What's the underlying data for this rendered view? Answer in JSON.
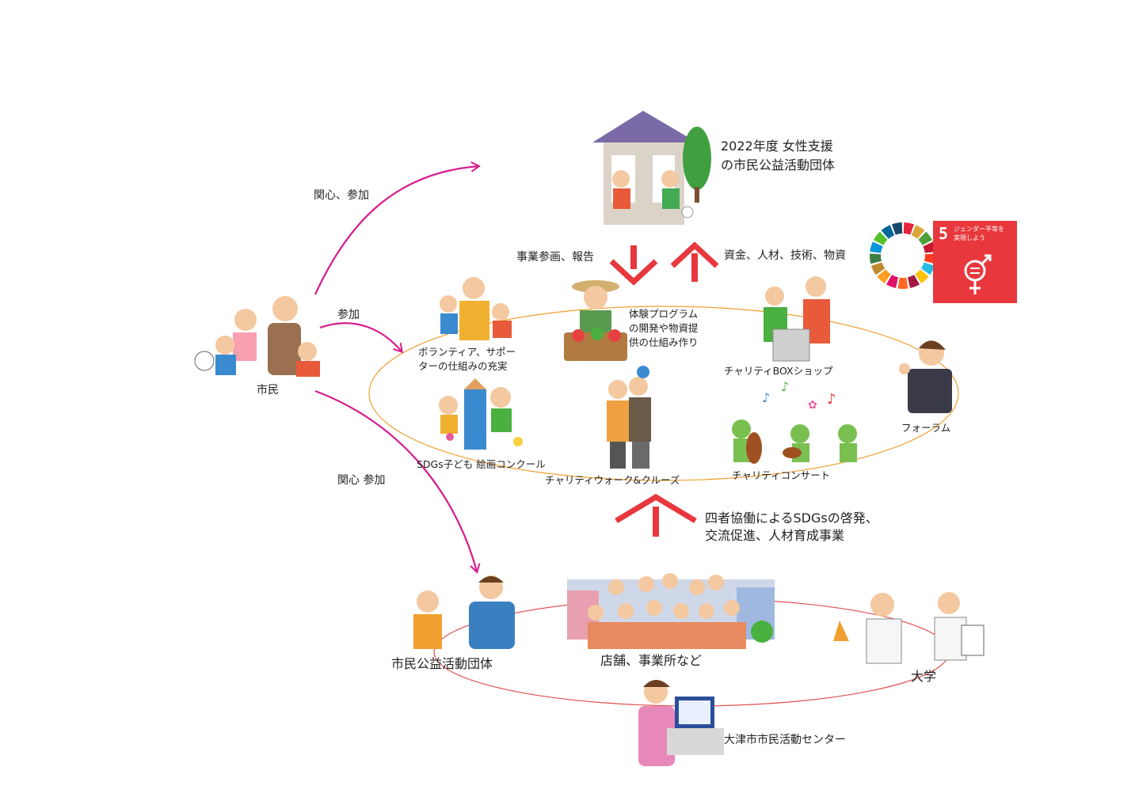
{
  "top_org": {
    "line1": "2022年度 女性支援",
    "line2": "の市民公益活動団体"
  },
  "arrows": {
    "interest_participation_top": "関心、参加",
    "participation": "参加",
    "interest_participation_bottom": "関心 参加",
    "business_report": "事業参画、報告",
    "resources": "資金、人材、技術、物資",
    "collab_line1": "四者協働によるSDGsの啓発、",
    "collab_line2": "交流促進、人材育成事業"
  },
  "citizens": "市民",
  "activities": {
    "volunteer_line1": "ボランティア、サポー",
    "volunteer_line2": "ターの仕組みの充実",
    "program_line1": "体験プログラム",
    "program_line2": "の開発や物資提",
    "program_line3": "供の仕組み作り",
    "charity_shop": "チャリティBOXショップ",
    "forum": "フォーラム",
    "art_contest": "SDGs子ども 絵画コンクール",
    "charity_walk": "チャリティウォーク&クルーズ",
    "charity_concert": "チャリティコンサート"
  },
  "partners": {
    "civic_groups": "市民公益活動団体",
    "businesses": "店舗、事業所など",
    "university": "大学",
    "center": "大津市市民活動センター"
  },
  "sdg": {
    "number": "5",
    "title_line1": "ジェンダー平等を",
    "title_line2": "実現しよう"
  },
  "colors": {
    "magenta_arrow": "#d81b8c",
    "red_arrow": "#e8383d",
    "orange_ellipse": "#f0a030",
    "red_ellipse": "#e05050",
    "sdg5": "#e8383d"
  },
  "sdg_wheel_colors": [
    "#e5243b",
    "#dda63a",
    "#4c9f38",
    "#c5192d",
    "#ff3a21",
    "#26bde2",
    "#fcc30b",
    "#a21942",
    "#fd6925",
    "#dd1367",
    "#fd9d24",
    "#bf8b2e",
    "#3f7e44",
    "#0a97d9",
    "#56c02b",
    "#00689d",
    "#19486a"
  ]
}
